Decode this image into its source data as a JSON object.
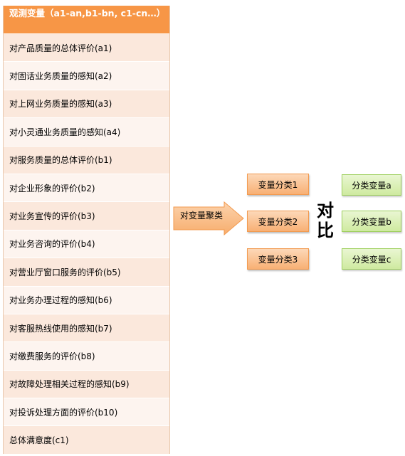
{
  "table": {
    "header": "观测变量（a1-an,b1-bn, c1-cn…）",
    "rows": [
      "对产品质量的总体评价(a1)",
      "对固话业务质量的感知(a2)",
      "对上网业务质量的感知(a3)",
      "对小灵通业务质量的感知(a4)",
      "对服务质量的总体评价(b1)",
      "对企业形象的评价(b2)",
      "对业务宣传的评价(b3)",
      "对业务咨询的评价(b4)",
      "对营业厅窗口服务的评价(b5)",
      "对业务办理过程的感知(b6)",
      "对客服热线使用的感知(b7)",
      "对缴费服务的评价(b8)",
      "对故障处理相关过程的感知(b9)",
      "对投诉处理方面的评价(b10)",
      "总体满意度(c1)"
    ]
  },
  "arrow": {
    "label": "对变量聚类"
  },
  "categories": {
    "left": [
      "变量分类1",
      "变量分类2",
      "变量分类3"
    ],
    "right": [
      "分类变量a",
      "分类变量b",
      "分类变量c"
    ]
  },
  "compare": {
    "chars": [
      "对",
      "比"
    ]
  },
  "colors": {
    "header": "#f79646",
    "row_odd": "#fbe8dc",
    "row_even": "#fdf4ef",
    "arrow_fill": "#fac08f",
    "arrow_stroke": "#f29a4f",
    "orange_box": "#f8b074",
    "green_box": "#cfeaa0"
  }
}
